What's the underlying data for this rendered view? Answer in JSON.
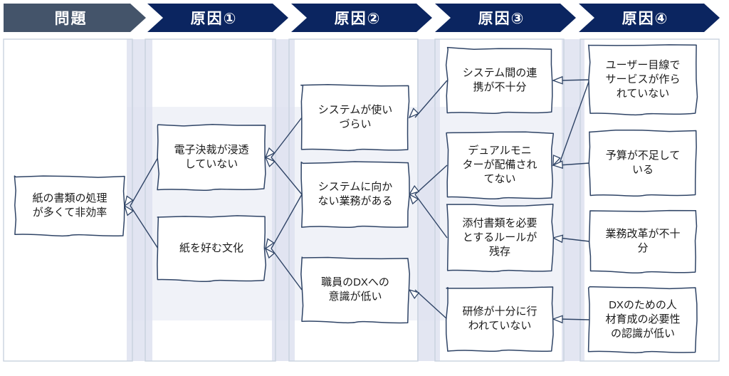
{
  "colors": {
    "header_problem_bg": "#44546A",
    "header_cause_bg": "#0B2560",
    "header_text": "#FFFFFF",
    "panel_border": "#C9D2DE",
    "band_fill": "#DEE2F0",
    "box_border": "#2F4466",
    "box_fill": "#FFFFFF",
    "arrow": "#2F4466",
    "text": "#1A1A1A"
  },
  "headers": [
    {
      "label": "問題",
      "kind": "problem"
    },
    {
      "label": "原因①",
      "kind": "cause"
    },
    {
      "label": "原因②",
      "kind": "cause"
    },
    {
      "label": "原因③",
      "kind": "cause"
    },
    {
      "label": "原因④",
      "kind": "cause"
    }
  ],
  "columns": [
    {
      "id": "problem",
      "header": "問題",
      "nodes": [
        {
          "id": "p1",
          "text": "紙の書類の処理\nが多くて非効率"
        }
      ]
    },
    {
      "id": "cause1",
      "header": "原因①",
      "nodes": [
        {
          "id": "c1a",
          "text": "電子決裁が浸透\nしていない"
        },
        {
          "id": "c1b",
          "text": "紙を好む文化"
        }
      ]
    },
    {
      "id": "cause2",
      "header": "原因②",
      "nodes": [
        {
          "id": "c2a",
          "text": "システムが使い\nづらい"
        },
        {
          "id": "c2b",
          "text": "システムに向か\nない業務がある"
        },
        {
          "id": "c2c",
          "text": "職員のDXへの\n意識が低い"
        }
      ]
    },
    {
      "id": "cause3",
      "header": "原因③",
      "nodes": [
        {
          "id": "c3a",
          "text": "システム間の連\n携が不十分"
        },
        {
          "id": "c3b",
          "text": "デュアルモニ\nターが配備され\nてない"
        },
        {
          "id": "c3c",
          "text": "添付書類を必要\nとするルールが\n残存"
        },
        {
          "id": "c3d",
          "text": "研修が十分に行\nわれていない"
        }
      ]
    },
    {
      "id": "cause4",
      "header": "原因④",
      "nodes": [
        {
          "id": "c4a",
          "text": "ユーザー目線で\nサービスが作ら\nれていない"
        },
        {
          "id": "c4b",
          "text": "予算が不足して\nいる"
        },
        {
          "id": "c4c",
          "text": "業務改革が不十\n分"
        },
        {
          "id": "c4d",
          "text": "DXのための人\n材育成の必要性\nの認識が低い"
        }
      ]
    }
  ],
  "connections": [
    {
      "from": "c1a",
      "to": "p1"
    },
    {
      "from": "c1b",
      "to": "p1"
    },
    {
      "from": "c2a",
      "to": "c1a"
    },
    {
      "from": "c2b",
      "to": "c1a"
    },
    {
      "from": "c2b",
      "to": "c1b"
    },
    {
      "from": "c2c",
      "to": "c1b"
    },
    {
      "from": "c3a",
      "to": "c2a"
    },
    {
      "from": "c3b",
      "to": "c2b"
    },
    {
      "from": "c3c",
      "to": "c2b"
    },
    {
      "from": "c3d",
      "to": "c2c"
    },
    {
      "from": "c4a",
      "to": "c3a"
    },
    {
      "from": "c4a",
      "to": "c3b"
    },
    {
      "from": "c4b",
      "to": "c3b"
    },
    {
      "from": "c4c",
      "to": "c3c"
    },
    {
      "from": "c4d",
      "to": "c3d"
    }
  ]
}
